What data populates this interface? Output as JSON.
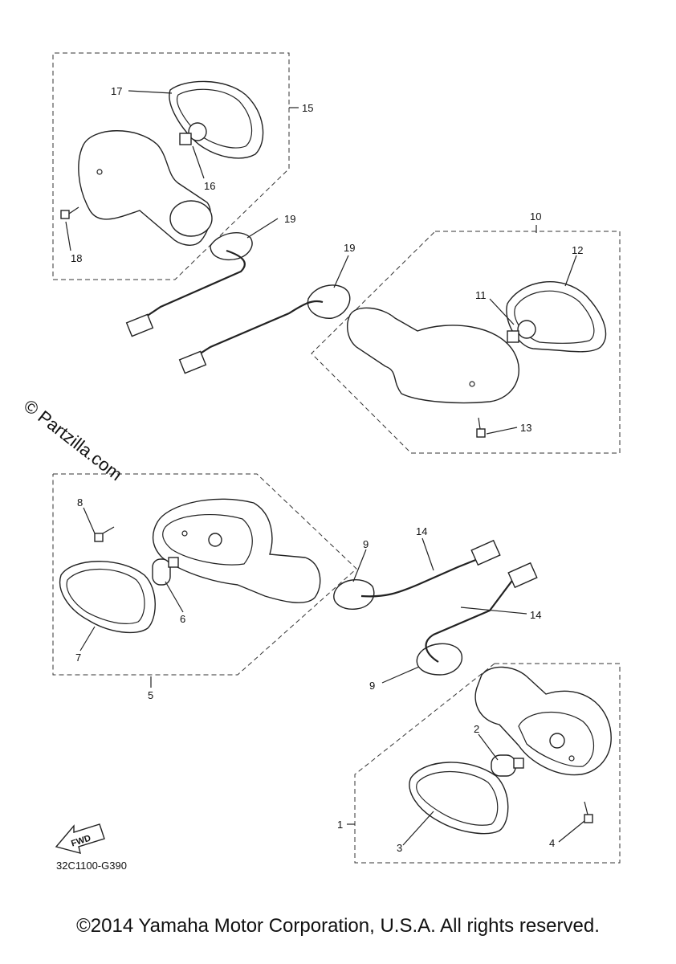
{
  "watermark": "© Partzilla.com",
  "diagram_code": "32C1100-G390",
  "fwd_label": "FWD",
  "copyright": "©2014 Yamaha Motor Corporation, U.S.A. All rights reserved.",
  "callouts": {
    "c1": "1",
    "c2": "2",
    "c3": "3",
    "c4": "4",
    "c5": "5",
    "c6": "6",
    "c7": "7",
    "c8": "8",
    "c9a": "9",
    "c9b": "9",
    "c10": "10",
    "c11": "11",
    "c12": "12",
    "c13": "13",
    "c14a": "14",
    "c14b": "14",
    "c15": "15",
    "c16": "16",
    "c17": "17",
    "c18": "18",
    "c19a": "19",
    "c19b": "19"
  }
}
